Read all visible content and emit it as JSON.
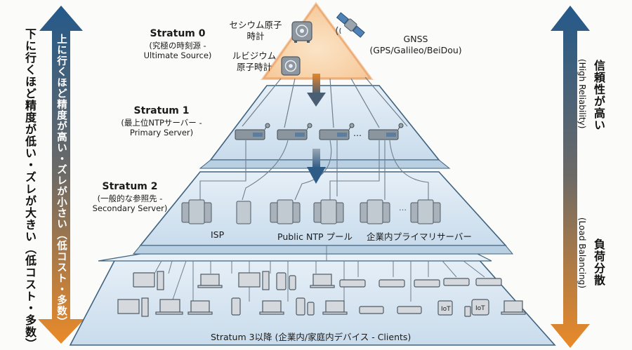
{
  "left_arrow": {
    "label_inside": "上に行くほど精度が高い・ズレが小さい（低コスト・多数）",
    "label_outside": "下に行くほど精度が低い・ズレが大きい（低コスト・多数）",
    "colors": {
      "top": "#2a5f8a",
      "bottom": "#e8862a"
    }
  },
  "right_arrow": {
    "top_label_jp": "信頼性が高い",
    "top_label_en": "(High Reliability)",
    "bottom_label_jp": "負荷分散",
    "bottom_label_en": "(Load Balancing)",
    "colors": {
      "top": "#2a5f8a",
      "bottom": "#e8862a"
    }
  },
  "stratum0": {
    "title": "Stratum 0",
    "sub1": "(究極の時刻源 -",
    "sub2": "Ultimate Source)",
    "cesium_label_1": "セシウム原子",
    "cesium_label_2": "時計",
    "rubidium_label_1": "ルビジウム",
    "rubidium_label_2": "原子時計",
    "gnss_label_1": "GNSS",
    "gnss_label_2": "(GPS/Galileo/BeiDou)",
    "color": "#f9d7b0"
  },
  "stratum1": {
    "title": "Stratum 1",
    "sub1": "(最上位NTPサーバー -",
    "sub2": "Primary Server)",
    "servers": 4,
    "ellipsis": "…"
  },
  "stratum2": {
    "title": "Stratum 2",
    "sub1": "(一般的な参照先 -",
    "sub2": "Secondary Server)",
    "groups": [
      "ISP",
      "Public NTP プール",
      "企業内プライマリサーバー"
    ],
    "ellipsis": "…"
  },
  "stratum3": {
    "caption": "Stratum 3以降 (企業内/家庭内デバイス - Clients)",
    "iot_label": "IoT"
  },
  "layer_color": "#d6e6f2",
  "edge_color": "#4a6c88"
}
